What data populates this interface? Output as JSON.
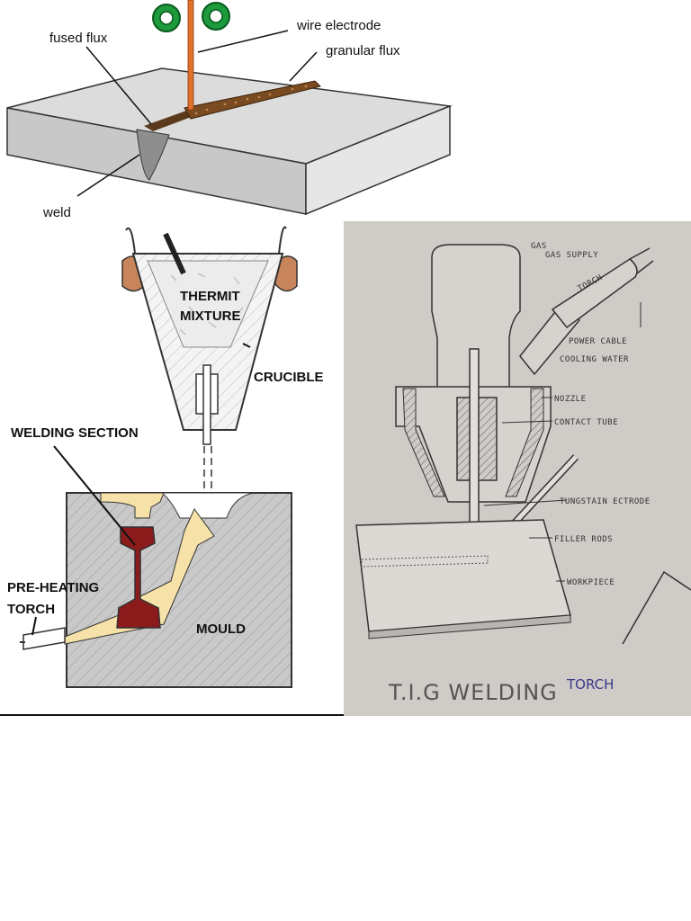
{
  "saw": {
    "labels": {
      "wire_electrode": "wire electrode",
      "fused_flux": "fused flux",
      "granular_flux": "granular flux",
      "weld": "weld"
    }
  },
  "thermit": {
    "labels": {
      "thermit": "THERMIT",
      "mixture": "MIXTURE",
      "crucible": "CRUCIBLE",
      "welding_section": "WELDING SECTION",
      "pre_heating": "PRE-HEATING",
      "torch": "TORCH",
      "mould": "MOULD"
    }
  },
  "tig": {
    "labels": {
      "gas": "GAS",
      "gas_supply": "GAS SUPPLY",
      "torch_tube": "TORCH",
      "power_cable": "POWER CABLE",
      "cooling_water": "COOLING WATER",
      "nozzle": "NOZZLE",
      "contact_tube": "CONTACT TUBE",
      "tungsten_electrode": "TUNGSTAIN ECTRODE",
      "filler_rods": "FILLER RODS",
      "workpiece": "WORKPIECE"
    },
    "title_main": "T.I.G WELDING",
    "title_torch": "TORCH"
  }
}
